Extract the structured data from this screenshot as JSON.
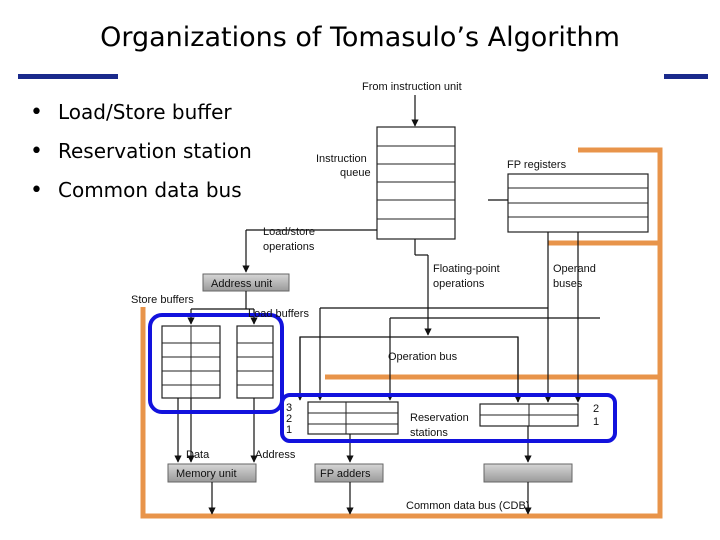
{
  "slide": {
    "title": "Organizations of Tomasulo’s Algorithm",
    "bullets": [
      "Load/Store buffer",
      "Reservation station",
      "Common data bus"
    ]
  },
  "diagram": {
    "from_instruction_unit": "From instruction unit",
    "instruction_queue": [
      "Instruction",
      "queue"
    ],
    "fp_registers": "FP registers",
    "load_store_operations": [
      "Load/store",
      "operations"
    ],
    "address_unit": "Address unit",
    "store_buffers": "Store buffers",
    "load_buffers": "Load buffers",
    "floating_point_operations": [
      "Floating-point",
      "operations"
    ],
    "operand_buses": [
      "Operand",
      "buses"
    ],
    "operation_bus": "Operation bus",
    "reservation_stations": [
      "Reservation",
      "stations"
    ],
    "rs_left_numbers": [
      "3",
      "2",
      "1"
    ],
    "rs_right_numbers": [
      "2",
      "1"
    ],
    "data": "Data",
    "address": "Address",
    "memory_unit": "Memory unit",
    "fp_adders": "FP adders",
    "cdb": "Common data bus (CDB)"
  },
  "colors": {
    "accent_bar": "#1a2a8c",
    "highlight_blue": "#1212dd",
    "cdb_orange": "#e8944a",
    "unit_gray": "#b8b8b8"
  }
}
